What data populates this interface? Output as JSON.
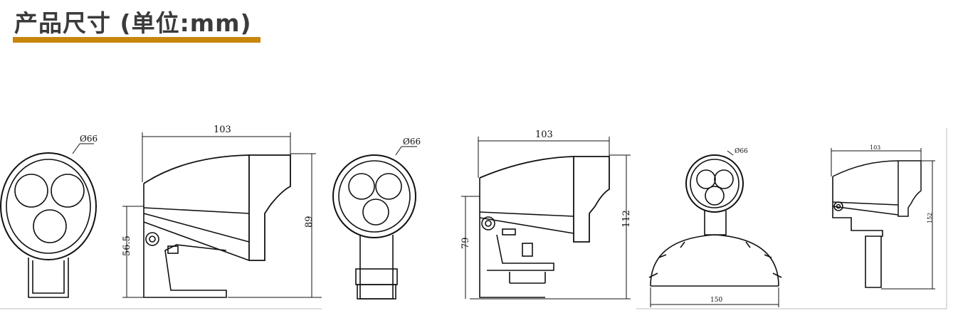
{
  "title": "产品尺寸 (单位:mm)",
  "colors": {
    "accent_underline": "#c8860b",
    "title_text": "#3b3b3b",
    "line": "#111111"
  },
  "drawings": [
    {
      "diameter": "Ø66",
      "length": "103",
      "height": "89",
      "mount_height": "56.5"
    },
    {
      "diameter": "Ø66",
      "length": "103",
      "height": "112",
      "mount_height": "79"
    },
    {
      "diameter": "Ø66",
      "length": "103",
      "height": "152",
      "span": "150"
    }
  ]
}
